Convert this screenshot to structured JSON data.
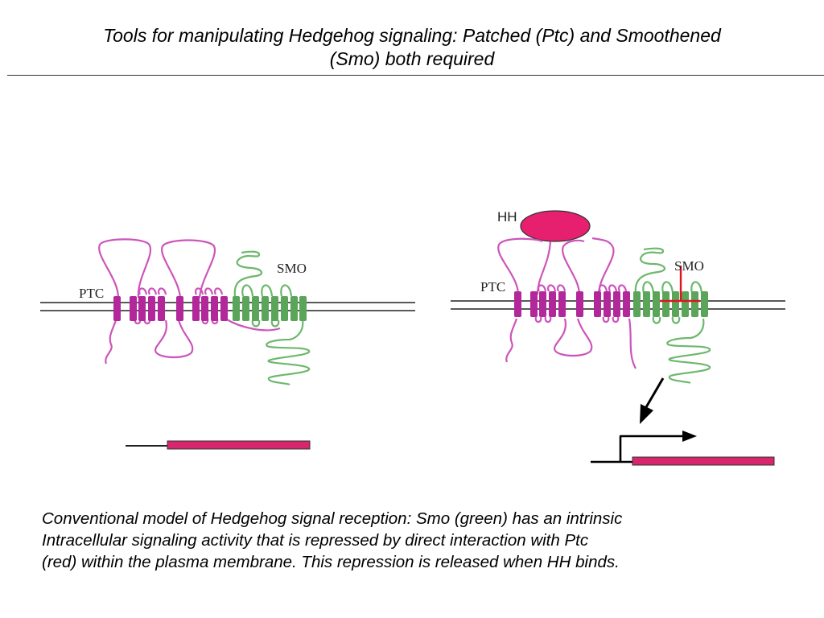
{
  "slide": {
    "title_line1": "Tools for manipulating Hedgehog signaling: Patched (Ptc) and Smoothened",
    "title_line2": "(Smo) both required",
    "caption_lines": [
      "Conventional model of Hedgehog signal reception: Smo (green) has an intrinsic",
      "Intracellular signaling activity that is repressed by direct interaction with Ptc",
      "(red) within the plasma membrane. This repression is released when HH binds."
    ]
  },
  "diagram": {
    "labels": {
      "ptc": "PTC",
      "smo": "SMO",
      "hh": "HH"
    },
    "colors": {
      "ptc": "#b2279a",
      "ptc_loop": "#cc55bb",
      "smo": "#5aa55a",
      "smo_loop": "#6cb86c",
      "hh": "#e6206f",
      "gene": "#d6266e",
      "inhibit": "#e0141c",
      "membrane": "#222222"
    },
    "icons": {
      "inhibition": "t-bar-inhibition-icon",
      "activation": "arrow-icon",
      "transcription": "bent-arrow-icon"
    }
  }
}
